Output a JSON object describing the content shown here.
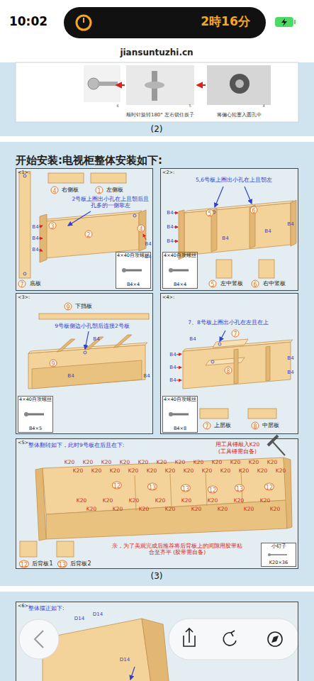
{
  "diagram": {
    "title": "开始安装:电视柜整体安装如下:",
    "nodes": [
      {
        "text": [
          "<1>:"
        ]
      },
      {
        "text": [
          "4×40自攻螺丝",
          "B4×4"
        ],
        "in": 0
      },
      {
        "text": [
          "<2>:"
        ]
      },
      {
        "text": [
          "4×40自攻螺丝",
          "B4×4"
        ],
        "in": 2
      },
      {
        "text": [
          "<3>:"
        ]
      },
      {
        "text": [
          "4×40自攻螺丝",
          "B4×5"
        ],
        "in": 4
      },
      {
        "text": [
          "<4>:"
        ]
      },
      {
        "text": [
          "4×40自攻螺丝",
          "B4×8"
        ],
        "in": 6
      },
      {
        "text": [
          "<5>:"
        ]
      },
      {
        "text": [
          "小钉子",
          "K20×36"
        ],
        "in": 8
      },
      {
        "text": [
          "<6>:"
        ]
      }
    ],
    "labels": [
      "10:02",
      "2時16分",
      "jiansuntuzhi.cn",
      "6",
      "5",
      "4",
      "顺时针旋转180° 左右锁住扳子",
      "将偏心轮塞入圆孔中",
      "(2)",
      "4",
      "右侧板",
      "1",
      "左侧板",
      "2号板上圈出小孔在上且朝后且孔多的一侧靠左",
      "3",
      "2",
      "4",
      "B4",
      "B4",
      "B4",
      "B4",
      "B4",
      "7",
      "底板",
      "5,6号板上圈出小孔在上且朝左",
      "5",
      "6",
      "B4",
      "B4",
      "B4",
      "B4",
      "B4",
      "B4",
      "5",
      "左中竖板",
      "6",
      "右中竖板",
      "9",
      "下挡板",
      "9号板侧边小孔朝后连接2号板",
      "B4",
      "9",
      "B4",
      "B4",
      "7、8号板上圈出小孔在左且在上",
      "B4",
      "B4",
      "B4",
      "B4",
      "B4",
      "B4",
      "7",
      "8",
      "7",
      "上层板",
      "8",
      "中层板",
      "整体翻转如下，此时9号板在后且在下:",
      "用工具锤敲入K20",
      "(工具锤需自备)",
      "K20",
      "K20",
      "K20",
      "K20",
      "K20",
      "K20",
      "K20",
      "K20",
      "K20",
      "K20",
      "K20",
      "K20",
      "K20",
      "K20",
      "K20",
      "K20",
      "K20",
      "K20",
      "K20",
      "K20",
      "K20",
      "K20",
      "K20",
      "K20",
      "K20",
      "K20",
      "K20",
      "K20",
      "K20",
      "K20",
      "K20",
      "K20",
      "K20",
      "K20",
      "K20",
      "K20",
      "K20",
      "K20",
      "K20",
      "K20",
      "12",
      "13",
      "13",
      "12",
      "13",
      "12",
      "亲，为了美观完成后推荐将后背板上的间隙用胶带粘合至齐平 (胶带需自备)",
      "12",
      "后背板1",
      "13",
      "后背板2",
      "(3)",
      "整体摆正如下:",
      "D14",
      "D14",
      "D14"
    ]
  }
}
